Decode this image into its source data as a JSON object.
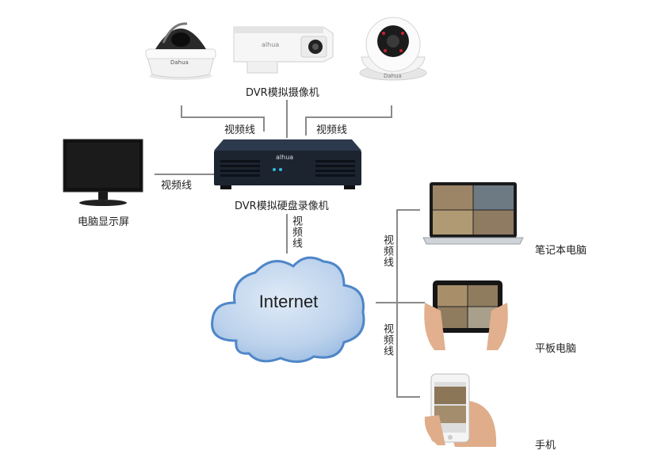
{
  "cameras": {
    "label": "DVR模拟摄像机",
    "dome_brand": "Dahua",
    "bullet_brand": "alhua",
    "turret_brand": "Dahua"
  },
  "links": {
    "cam_left": "视频线",
    "cam_right": "视频线",
    "monitor": "视频线",
    "dvr_internet": "视频线",
    "to_laptop": "视频线",
    "to_phone": "视频线"
  },
  "dvr": {
    "label": "DVR模拟硬盘录像机",
    "brand": "alhua"
  },
  "monitor": {
    "label": "电脑显示屏"
  },
  "cloud": {
    "label": "Internet"
  },
  "clients": {
    "laptop": "笔记本电脑",
    "tablet": "平板电脑",
    "phone": "手机"
  },
  "colors": {
    "line": "#8a8a8a",
    "cloud": "#4f86c8",
    "device": "#1c2430"
  }
}
